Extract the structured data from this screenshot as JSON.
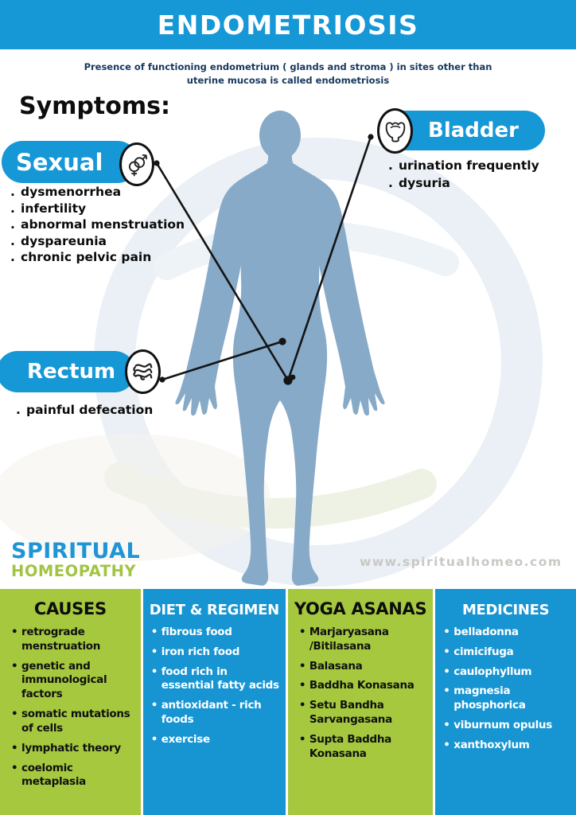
{
  "header": {
    "title": "ENDOMETRIOSIS"
  },
  "definition": {
    "text": "Presence of functioning endometrium ( glands and stroma ) in sites other than uterine mucosa is called endometriosis"
  },
  "symptoms": {
    "heading": "Symptoms:",
    "groups": [
      {
        "label": "Sexual",
        "icon": "gender-symbols-icon",
        "bullet": ".",
        "items": [
          "dysmenorrhea",
          "infertility",
          "abnormal menstruation",
          "dyspareunia",
          "chronic pelvic pain"
        ]
      },
      {
        "label": "Bladder",
        "icon": "bladder-icon",
        "bullet": ".",
        "items": [
          "urination frequently",
          "dysuria"
        ]
      },
      {
        "label": "Rectum",
        "icon": "intestine-icon",
        "bullet": ".",
        "items": [
          "painful defecation"
        ]
      }
    ]
  },
  "brand": {
    "name_line1": "SPIRITUAL",
    "name_line2": "HOMEOPATHY",
    "website": "www.spiritualhomeo.com"
  },
  "sections": [
    {
      "title": "CAUSES",
      "theme": "green",
      "bullet": "•",
      "items": [
        "retrograde menstruation",
        "genetic and immunological factors",
        "somatic mutations of cells",
        "lymphatic theory",
        "coelomic metaplasia"
      ]
    },
    {
      "title": "DIET & REGIMEN",
      "theme": "blue",
      "bullet": "•",
      "items": [
        "fibrous food",
        "iron rich food",
        "food rich in essential fatty acids",
        "antioxidant - rich foods",
        "exercise"
      ]
    },
    {
      "title": "YOGA ASANAS",
      "theme": "green",
      "bullet": "•",
      "items": [
        "Marjaryasana /Bitilasana",
        "Balasana",
        "Baddha Konasana",
        "Setu Bandha Sarvangasana",
        "Supta Baddha Konasana"
      ]
    },
    {
      "title": "MEDICINES",
      "theme": "blue",
      "bullet": "•",
      "items": [
        "belladonna",
        "cimicifuga",
        "caulophyllum",
        "magnesia phosphorica",
        "viburnum opulus",
        "xanthoxylum"
      ]
    }
  ],
  "colors": {
    "header_blue": "#1697d6",
    "section_blue": "#1794d2",
    "section_green": "#a5c83e",
    "body_silhouette": "#87aac8",
    "definition_navy": "#17375f",
    "brand_blue": "#2095d5",
    "brand_green": "#a2c443",
    "website_gray": "#c8c8c4",
    "connector_black": "#141414"
  }
}
